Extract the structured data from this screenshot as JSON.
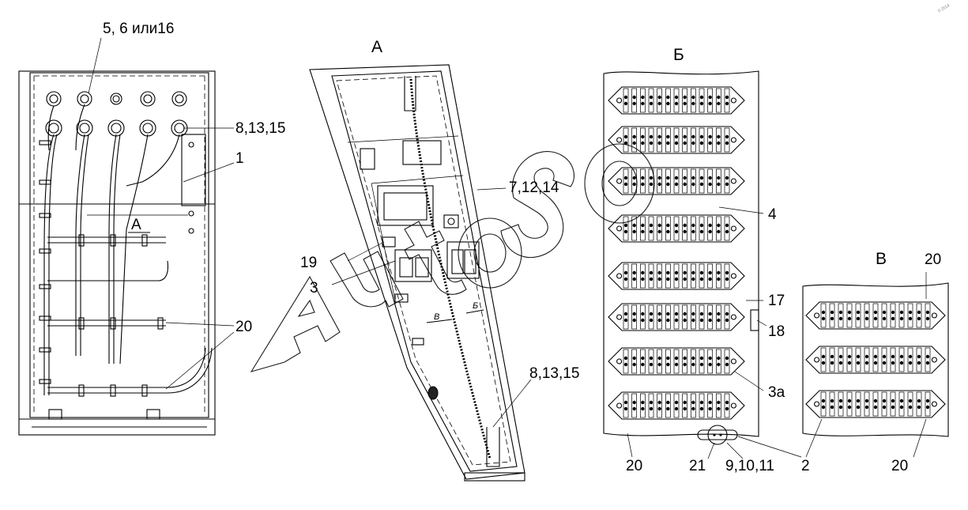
{
  "watermark": {
    "text": "AutoSoft",
    "corner_mark": "© 2014"
  },
  "views": {
    "left": {
      "title": "",
      "section_mark": "A"
    },
    "middle": {
      "title": "А",
      "mark_b": "Б",
      "mark_v": "В"
    },
    "right_top": {
      "title": "Б"
    },
    "right_bottom": {
      "title": "В"
    }
  },
  "labels": {
    "l_5_6_16": "5, 6 или16",
    "l_8_13_15_a": "8,13,15",
    "l_1": "1",
    "l_20_a": "20",
    "l_19": "19",
    "l_3": "3",
    "l_7_12_14": "7,12,14",
    "l_8_13_15_b": "8,13,15",
    "l_4": "4",
    "l_17": "17",
    "l_18": "18",
    "l_3a": "3а",
    "l_20_b": "20",
    "l_21": "21",
    "l_9_10_11": "9,10,11",
    "l_2": "2",
    "l_20_c": "20",
    "l_20_d": "20"
  }
}
